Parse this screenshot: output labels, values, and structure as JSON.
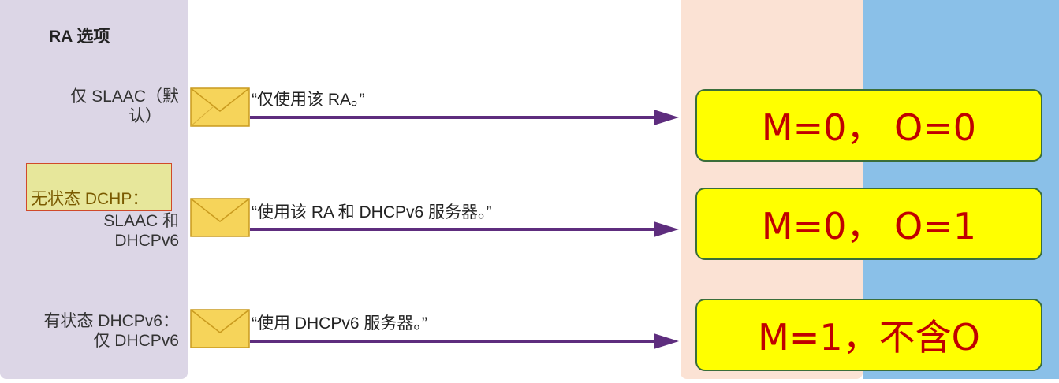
{
  "panel_title": "RA 选项",
  "options": [
    {
      "label_lines": [
        "仅 SLAAC（默",
        "认）"
      ],
      "message": "“仅使用该 RA。”",
      "flags": "M=0， O=0"
    },
    {
      "highlight_text": "无状态 DCHP：",
      "label_lines": [
        "SLAAC 和",
        "DHCPv6"
      ],
      "message": "“使用该 RA 和 DHCPv6 服务器。”",
      "flags": "M=0， O=1"
    },
    {
      "label_lines": [
        "有状态 DHCPv6：",
        "仅 DHCPv6"
      ],
      "message": "“使用 DHCPv6 服务器。”",
      "flags": "M=1，不含O"
    }
  ],
  "colors": {
    "left_panel": "#dcd6e6",
    "arrow": "#5e2d7e",
    "peach_column": "#fbe2d4",
    "blue_column": "#8ac0e8",
    "flag_box": "#ffff00",
    "flag_text": "#c00000",
    "highlight": "#e7e79b"
  },
  "icons": [
    "envelope-icon"
  ]
}
